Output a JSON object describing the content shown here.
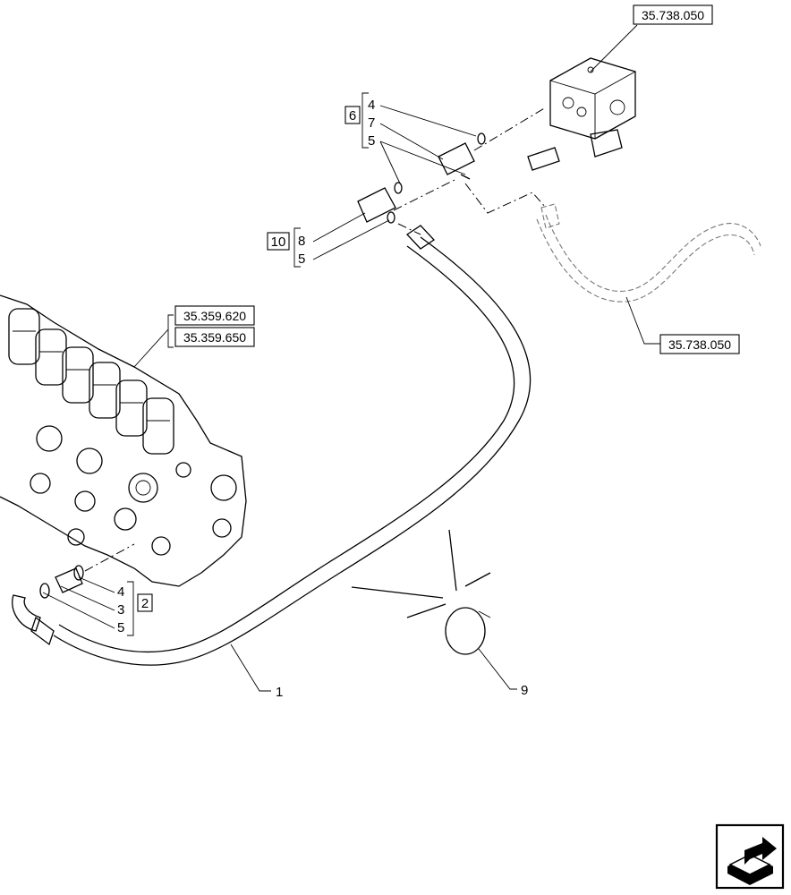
{
  "references": {
    "top_right": "35.738.050",
    "mid_right": "35.738.050",
    "valve_a": "35.359.620",
    "valve_b": "35.359.650"
  },
  "groups": {
    "kit_6": "6",
    "kit_10": "10",
    "kit_2": "2"
  },
  "callouts": {
    "c4_top": "4",
    "c7": "7",
    "c5_top": "5",
    "c8": "8",
    "c5_mid": "5",
    "c4_low": "4",
    "c3": "3",
    "c5_low": "5",
    "c1": "1",
    "c9": "9"
  },
  "icons": [
    "nav-arrow-icon"
  ]
}
